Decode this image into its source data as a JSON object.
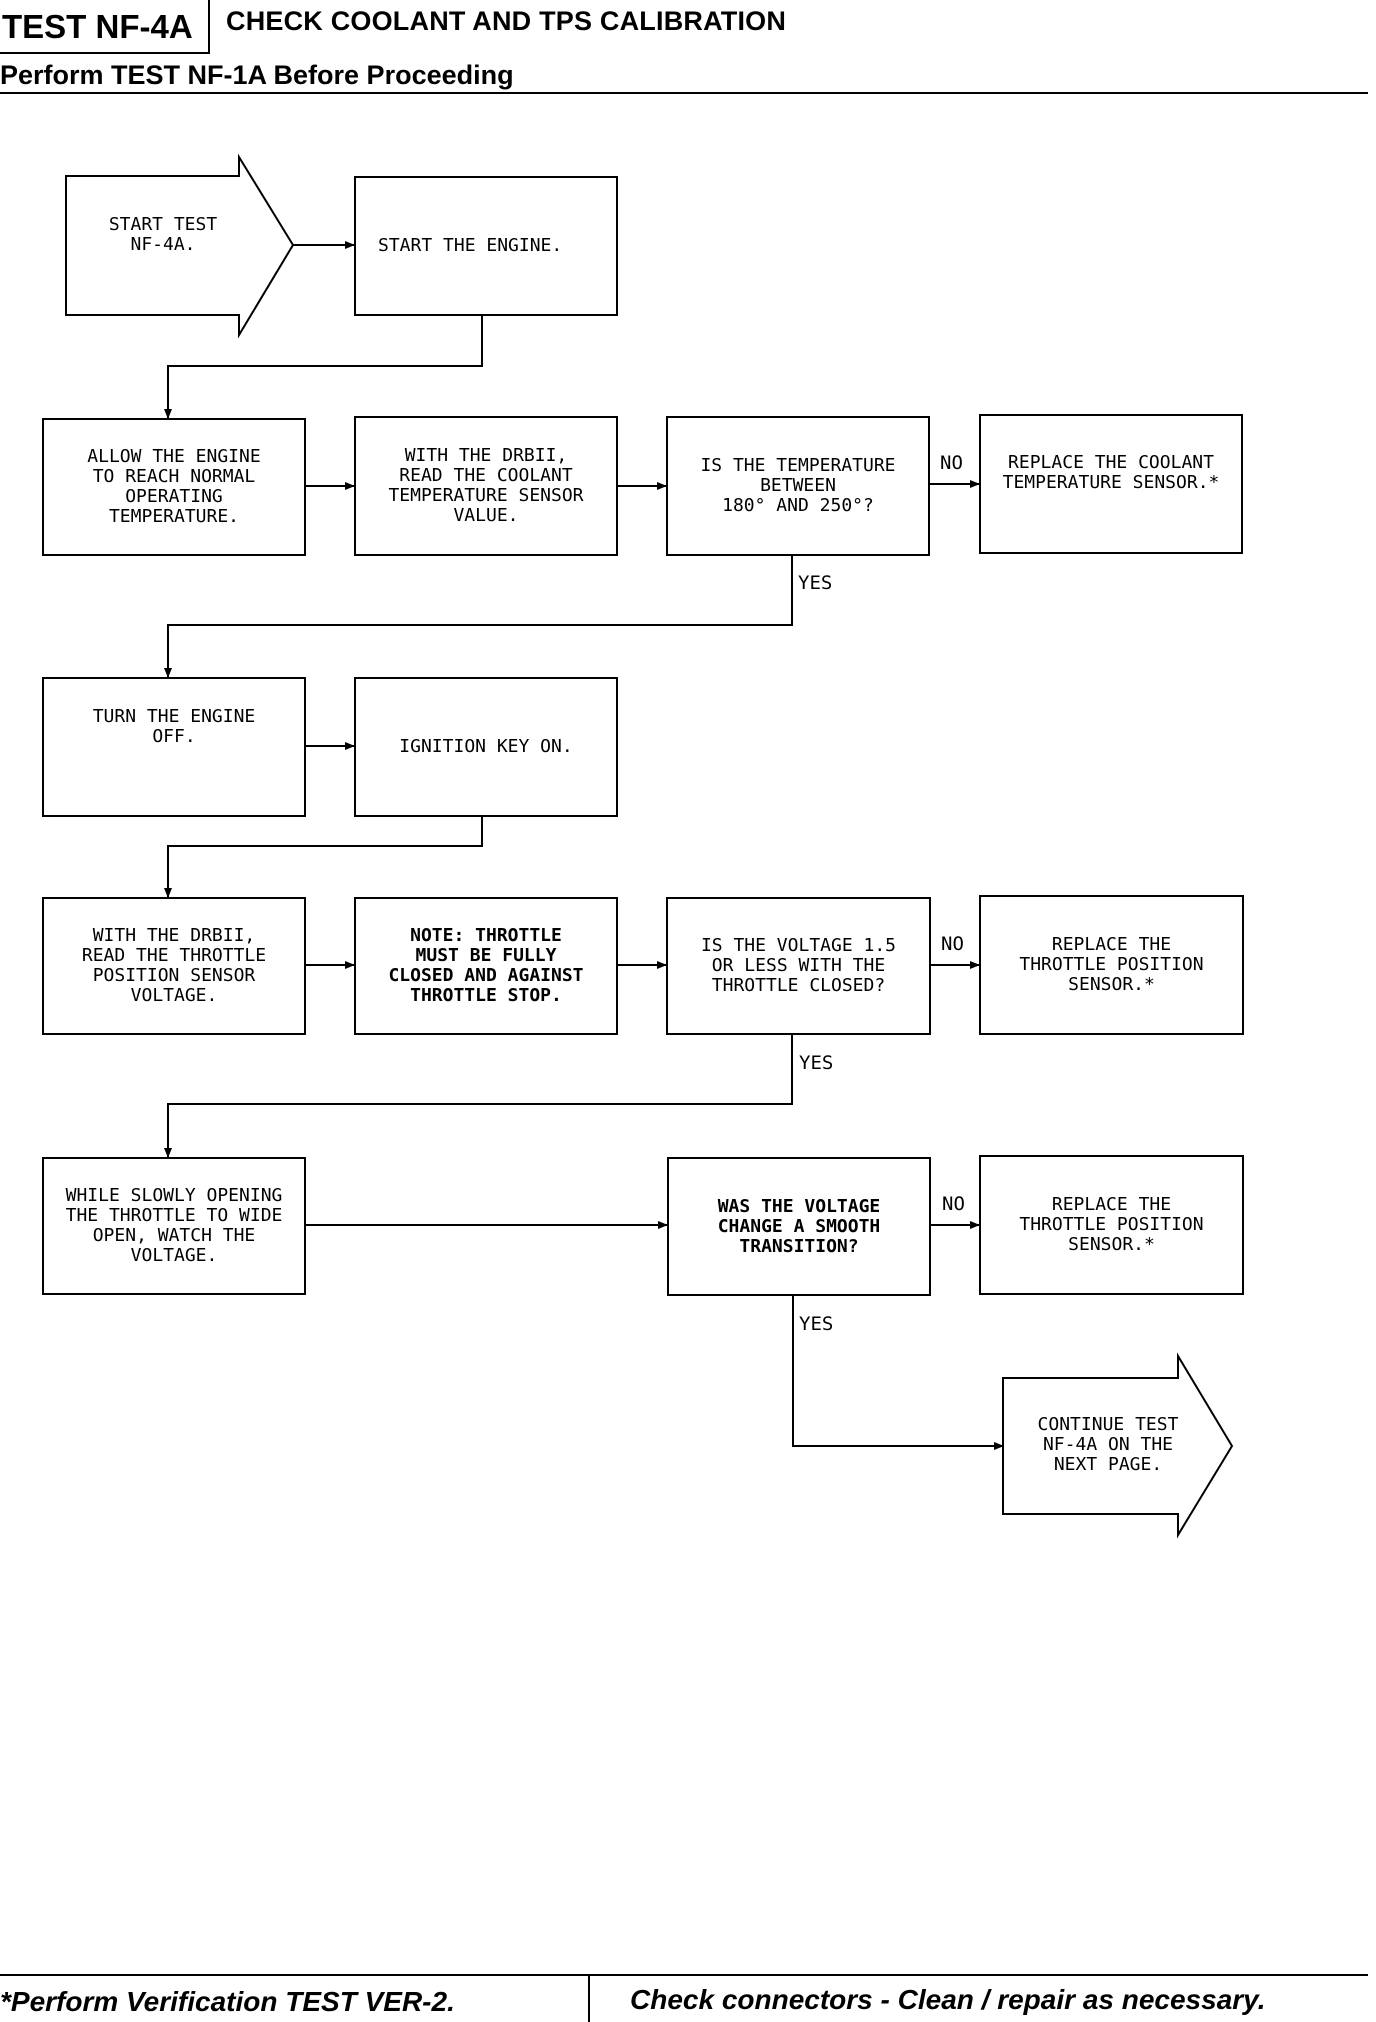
{
  "header": {
    "test_id": "TEST NF-4A",
    "title": "CHECK COOLANT AND TPS CALIBRATION",
    "subtitle": "Perform TEST NF-1A Before Proceeding"
  },
  "flow": {
    "start": "START TEST\nNF-4A.",
    "start_engine": "START THE ENGINE.",
    "allow_engine": "ALLOW THE ENGINE\nTO REACH NORMAL\nOPERATING\nTEMPERATURE.",
    "read_coolant": "WITH THE DRBII,\nREAD THE COOLANT\nTEMPERATURE SENSOR\nVALUE.",
    "temp_question": "IS THE TEMPERATURE\nBETWEEN\n180° AND 250°?",
    "replace_coolant": "REPLACE THE COOLANT\nTEMPERATURE SENSOR.*",
    "turn_off": "TURN THE ENGINE\nOFF.",
    "ignition_on": "IGNITION KEY ON.",
    "tps_voltage": "WITH THE DRBII,\nREAD THE THROTTLE\nPOSITION SENSOR\nVOLTAGE.",
    "note": "NOTE: THROTTLE\nMUST BE FULLY\nCLOSED AND AGAINST\nTHROTTLE STOP.",
    "voltage_question": "IS THE VOLTAGE 1.5\nOR LESS WITH THE\nTHROTTLE CLOSED?",
    "replace_tps_1": "REPLACE THE\nTHROTTLE POSITION\nSENSOR.*",
    "slow_open": "WHILE SLOWLY OPENING\nTHE THROTTLE TO WIDE\nOPEN, WATCH THE\nVOLTAGE.",
    "smooth_question": "WAS THE VOLTAGE\nCHANGE A SMOOTH\nTRANSITION?",
    "replace_tps_2": "REPLACE THE\nTHROTTLE POSITION\nSENSOR.*",
    "continue": "CONTINUE TEST\nNF-4A ON THE\nNEXT PAGE.",
    "no_label": "NO",
    "yes_label": "YES"
  },
  "footer": {
    "left": "*Perform Verification TEST VER-2.",
    "right": "Check connectors - Clean / repair as necessary."
  }
}
